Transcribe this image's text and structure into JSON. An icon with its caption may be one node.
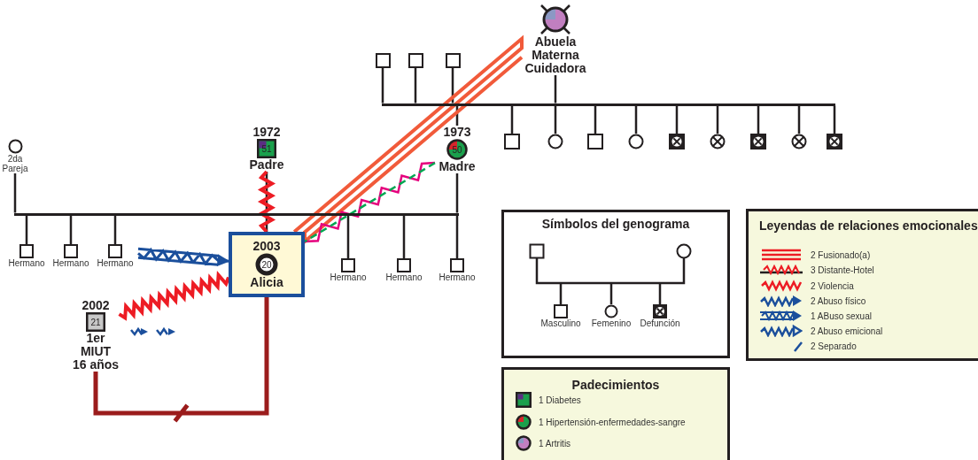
{
  "diagram": {
    "nodes": [
      {
        "text": [
          "Abuela Materna Cuidadora"
        ]
      },
      {
        "text": [],
        "shape": "box"
      },
      {
        "text": [],
        "shape": "box"
      },
      {
        "text": [],
        "shape": "box"
      },
      {
        "text": [],
        "shape": "bar"
      },
      {
        "text": [],
        "shape": "box"
      },
      {
        "text": [],
        "shape": "circle"
      },
      {
        "text": [],
        "shape": "box"
      },
      {
        "text": [],
        "shape": "circle"
      },
      {
        "text": [],
        "shape": "box"
      },
      {
        "text": [],
        "shape": "circle"
      },
      {
        "text": [],
        "shape": "box"
      },
      {
        "text": [],
        "shape": "circle"
      },
      {
        "text": [],
        "shape": "box"
      },
      {
        "text": [
          "1972",
          "51",
          "Padre"
        ]
      },
      {
        "text": [
          "1973",
          "50",
          "Madre"
        ]
      },
      {
        "text": [
          "2da Pareja"
        ]
      },
      {
        "text": [],
        "shape": "bar"
      },
      {
        "text": [
          "Hermano"
        ]
      },
      {
        "text": [
          "Hermano"
        ]
      },
      {
        "text": [
          "Hermano"
        ]
      },
      {
        "text": [
          "Hermano"
        ]
      },
      {
        "text": [
          "Hermano"
        ]
      },
      {
        "text": [
          "Hermano"
        ]
      },
      {
        "text": [
          "2003",
          "20",
          "Alicia"
        ]
      },
      {
        "text": [
          "2002",
          "21",
          "1er MIUT 16 años"
        ]
      }
    ],
    "edges": [
      {
        "from": 0,
        "to": 4,
        "arrow": "none"
      },
      {
        "from": 1,
        "to": 4,
        "arrow": "none"
      },
      {
        "from": 2,
        "to": 4,
        "arrow": "none"
      },
      {
        "from": 3,
        "to": 4,
        "arrow": "none"
      },
      {
        "from": 4,
        "to": 5,
        "arrow": "none"
      },
      {
        "from": 4,
        "to": 6,
        "arrow": "none"
      },
      {
        "from": 4,
        "to": 7,
        "arrow": "none"
      },
      {
        "from": 4,
        "to": 8,
        "arrow": "none"
      },
      {
        "from": 4,
        "to": 9,
        "arrow": "none"
      },
      {
        "from": 4,
        "to": 10,
        "arrow": "none"
      },
      {
        "from": 4,
        "to": 11,
        "arrow": "none"
      },
      {
        "from": 4,
        "to": 12,
        "arrow": "none"
      },
      {
        "from": 4,
        "to": 13,
        "arrow": "none"
      },
      {
        "from": 4,
        "to": 15,
        "arrow": "none"
      },
      {
        "from": 14,
        "to": 17,
        "arrow": "none"
      },
      {
        "from": 15,
        "to": 17,
        "arrow": "none"
      },
      {
        "from": 16,
        "to": 17,
        "arrow": "none"
      },
      {
        "from": 17,
        "to": 18,
        "arrow": "none"
      },
      {
        "from": 17,
        "to": 19,
        "arrow": "none"
      },
      {
        "from": 17,
        "to": 20,
        "arrow": "none"
      },
      {
        "from": 17,
        "to": 21,
        "arrow": "none"
      },
      {
        "from": 17,
        "to": 22,
        "arrow": "none"
      },
      {
        "from": 17,
        "to": 23,
        "arrow": "none"
      },
      {
        "from": 17,
        "to": 24,
        "arrow": "none"
      },
      {
        "from": 0,
        "to": 24,
        "arrow": "none",
        "color": "#f15a3a"
      },
      {
        "from": 14,
        "to": 24,
        "arrow": "none",
        "color": "#ed1c24"
      },
      {
        "from": 15,
        "to": 24,
        "arrow": "none",
        "color": "#e5007d"
      },
      {
        "from": 15,
        "to": 24,
        "arrow": "none",
        "style": "dashed",
        "color": "#00a651"
      },
      {
        "from": 20,
        "to": 24,
        "arrow": "to",
        "color": "#1b4f9c"
      },
      {
        "from": 25,
        "to": 24,
        "arrow": "none",
        "color": "#ed1c24"
      },
      {
        "from": 25,
        "to": 24,
        "arrow": "none",
        "style": "thick",
        "color": "#9b1c1c"
      }
    ],
    "labels": [
      "Símbolos del genograma",
      "Padecimientos",
      "Leyendas de relaciones emocionales"
    ],
    "legend": [
      {
        "text": "Masculino"
      },
      {
        "text": "Femenino"
      },
      {
        "text": "Defunción"
      },
      {
        "text": "1 Diabetes"
      },
      {
        "text": "1 Hipertensión-enfermedades-sangre"
      },
      {
        "text": "1 Artritis"
      },
      {
        "text": "2 Fusionado(a)"
      },
      {
        "text": "3 Distante-Hotel"
      },
      {
        "text": "2 Violencia"
      },
      {
        "text": "2 Abuso físico"
      },
      {
        "text": "1 ABuso sexual"
      },
      {
        "text": "2 Abuso emicional"
      },
      {
        "text": "2 Separado"
      }
    ]
  }
}
